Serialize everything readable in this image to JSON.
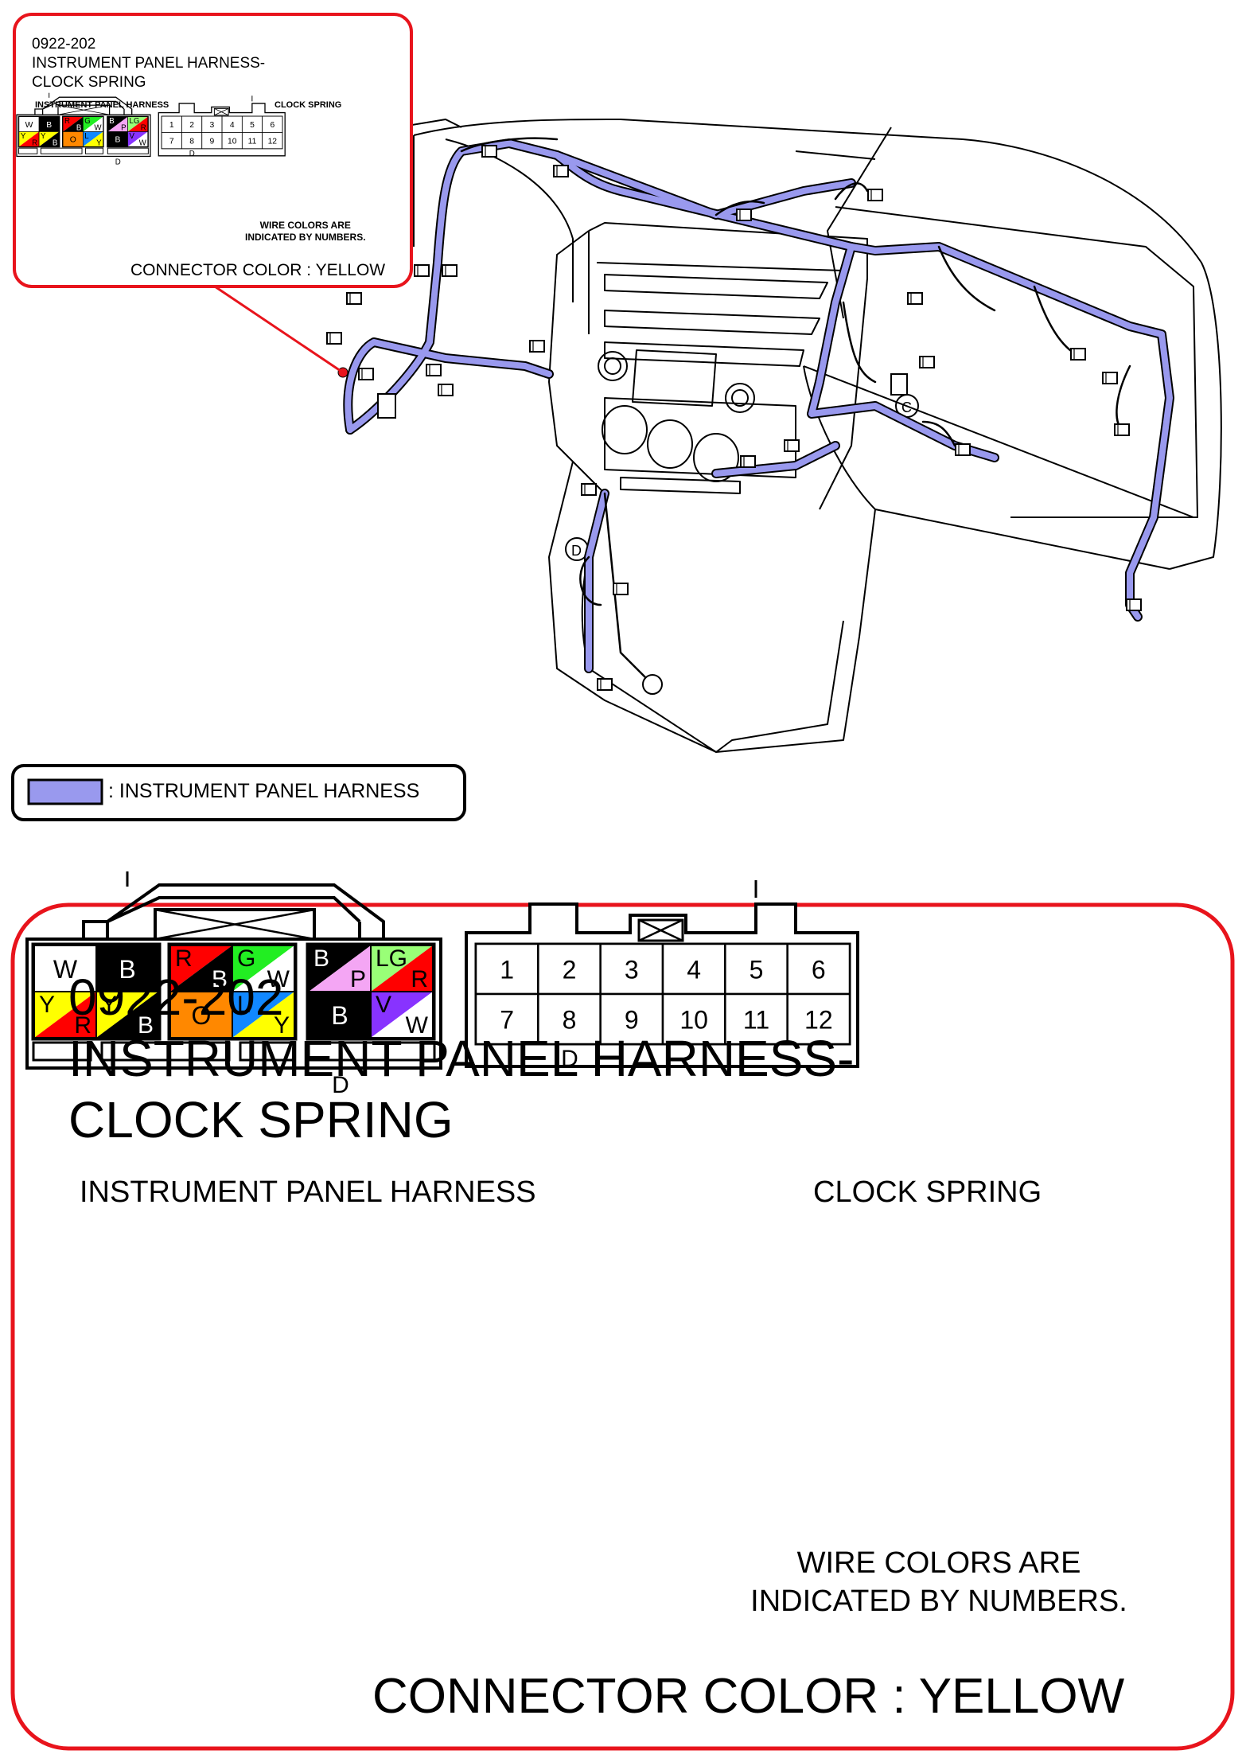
{
  "connector": {
    "code": "0922-202",
    "title_line1": "INSTRUMENT PANEL HARNESS-",
    "title_line2": "CLOCK SPRING",
    "harness_label": "INSTRUMENT PANEL HARNESS",
    "clock_spring_label": "CLOCK SPRING",
    "guide_mark": "I",
    "d_mark": "D",
    "note_line1": "WIRE COLORS ARE",
    "note_line2": "INDICATED BY NUMBERS.",
    "connector_color": "CONNECTOR COLOR : YELLOW",
    "clock_spring_pins": [
      "1",
      "2",
      "3",
      "4",
      "5",
      "6",
      "7",
      "8",
      "9",
      "10",
      "11",
      "12"
    ],
    "harness_cells": [
      {
        "top": "W",
        "bottom": "",
        "colors": [
          "#ffffff"
        ]
      },
      {
        "top": "B",
        "bottom": "",
        "colors": [
          "#000000"
        ]
      },
      {
        "top": "R",
        "bottom": "B",
        "colors": [
          "#ff0000",
          "#000000"
        ]
      },
      {
        "top": "G",
        "bottom": "W",
        "colors": [
          "#22ee22",
          "#ffffff"
        ]
      },
      {
        "top": "B",
        "bottom": "P",
        "colors": [
          "#000000",
          "#f4a6f4"
        ]
      },
      {
        "top": "LG",
        "bottom": "R",
        "colors": [
          "#99ff77",
          "#ff0000"
        ]
      },
      {
        "top": "Y",
        "bottom": "R",
        "colors": [
          "#ffff00",
          "#ff0000"
        ]
      },
      {
        "top": "Y",
        "bottom": "B",
        "colors": [
          "#ffff00",
          "#000000"
        ]
      },
      {
        "top": "O",
        "bottom": "",
        "colors": [
          "#ff8800"
        ]
      },
      {
        "top": "L",
        "bottom": "Y",
        "colors": [
          "#1188ff",
          "#ffff00"
        ]
      },
      {
        "top": "B",
        "bottom": "",
        "colors": [
          "#000000"
        ]
      },
      {
        "top": "V",
        "bottom": "W",
        "colors": [
          "#8833ff",
          "#ffffff"
        ]
      }
    ]
  },
  "legend": {
    "text": ": INSTRUMENT PANEL HARNESS",
    "swatch_color": "#9999ee"
  },
  "theme": {
    "callout_border": "#e8141c",
    "harness_color": "#9999ee"
  }
}
